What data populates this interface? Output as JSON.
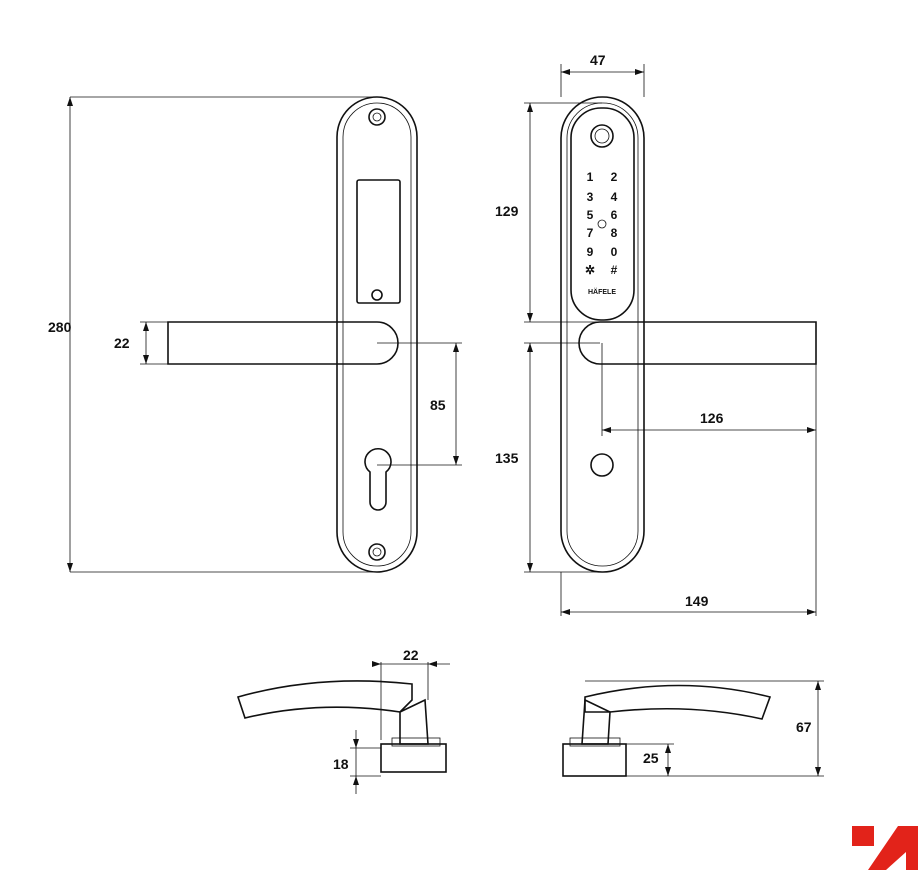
{
  "dimensions": {
    "total_height": "280",
    "handle_thickness": "22",
    "handle_to_keyhole": "85",
    "plate_width": "47",
    "keypad_height": "129",
    "lower_height": "135",
    "handle_projection": "126",
    "overall_depth": "149",
    "rose_width": "22",
    "base_height": "18",
    "base_height_right": "25",
    "handle_height": "67"
  },
  "keypad": {
    "keys": [
      "1",
      "2",
      "3",
      "4",
      "5",
      "6",
      "7",
      "8",
      "9",
      "0",
      "✲",
      "#"
    ],
    "brand": "HÄFELE"
  },
  "colors": {
    "line": "#111111",
    "logo": "#e2231a"
  },
  "logo": {
    "icon": "hafele-logo-icon"
  }
}
